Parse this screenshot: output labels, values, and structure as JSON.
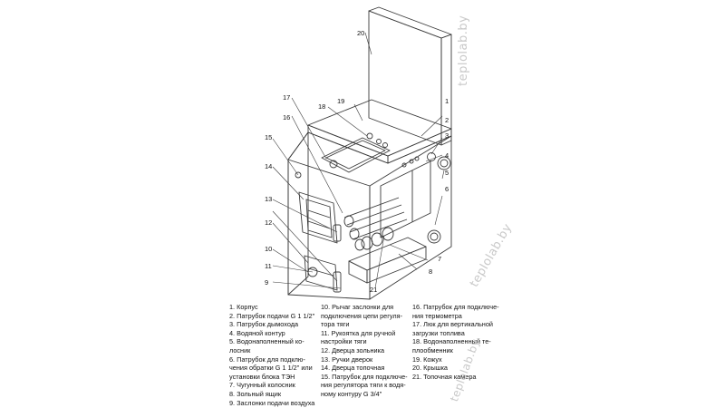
{
  "callouts": {
    "n1": "1",
    "n2": "2",
    "n3": "3",
    "n4": "4",
    "n5": "5",
    "n6": "6",
    "n7": "7",
    "n8": "8",
    "n9": "9",
    "n10": "10",
    "n11": "11",
    "n12": "12",
    "n13": "13",
    "n14": "14",
    "n15": "15",
    "n16": "16",
    "n17": "17",
    "n18": "18",
    "n19": "19",
    "n20": "20",
    "n21": "21"
  },
  "legend": {
    "col1": [
      "1. Корпус",
      "2. Патрубок подачи G 1 1/2\"",
      "3. Патрубок дымохода",
      "4. Водяной контур",
      "5. Водонаполненный ко-",
      "лосник",
      "6. Патрубок для подклю-",
      "чения обратки G 1 1/2\" или",
      "установки блока ТЭН",
      "7. Чугунный колосник",
      "8. Зольный ящик",
      "9. Заслонки подачи воздуха"
    ],
    "col2": [
      "10. Рычаг заслонки для",
      "подключения цепи регуля-",
      "тора тяги",
      "11. Рукоятка для ручной",
      "настройки тяги",
      "12. Дверца зольника",
      "13. Ручки дверок",
      "14. Дверца топочная",
      "15. Патрубок для подключе-",
      "ния регулятора тяги к водя-",
      "ному контуру G 3/4\""
    ],
    "col3": [
      "16. Патрубок для подключе-",
      "ния термометра",
      "17. Люк для вертикальной",
      "загрузки топлива",
      "18. Водонаполненный те-",
      "плообменник",
      "19. Кожух",
      "20. Крышка",
      "21. Топочная камера"
    ]
  },
  "watermark": "teplolab.by",
  "colors": {
    "line": "#3a3a3a",
    "watermark": "#c9c9c9"
  }
}
